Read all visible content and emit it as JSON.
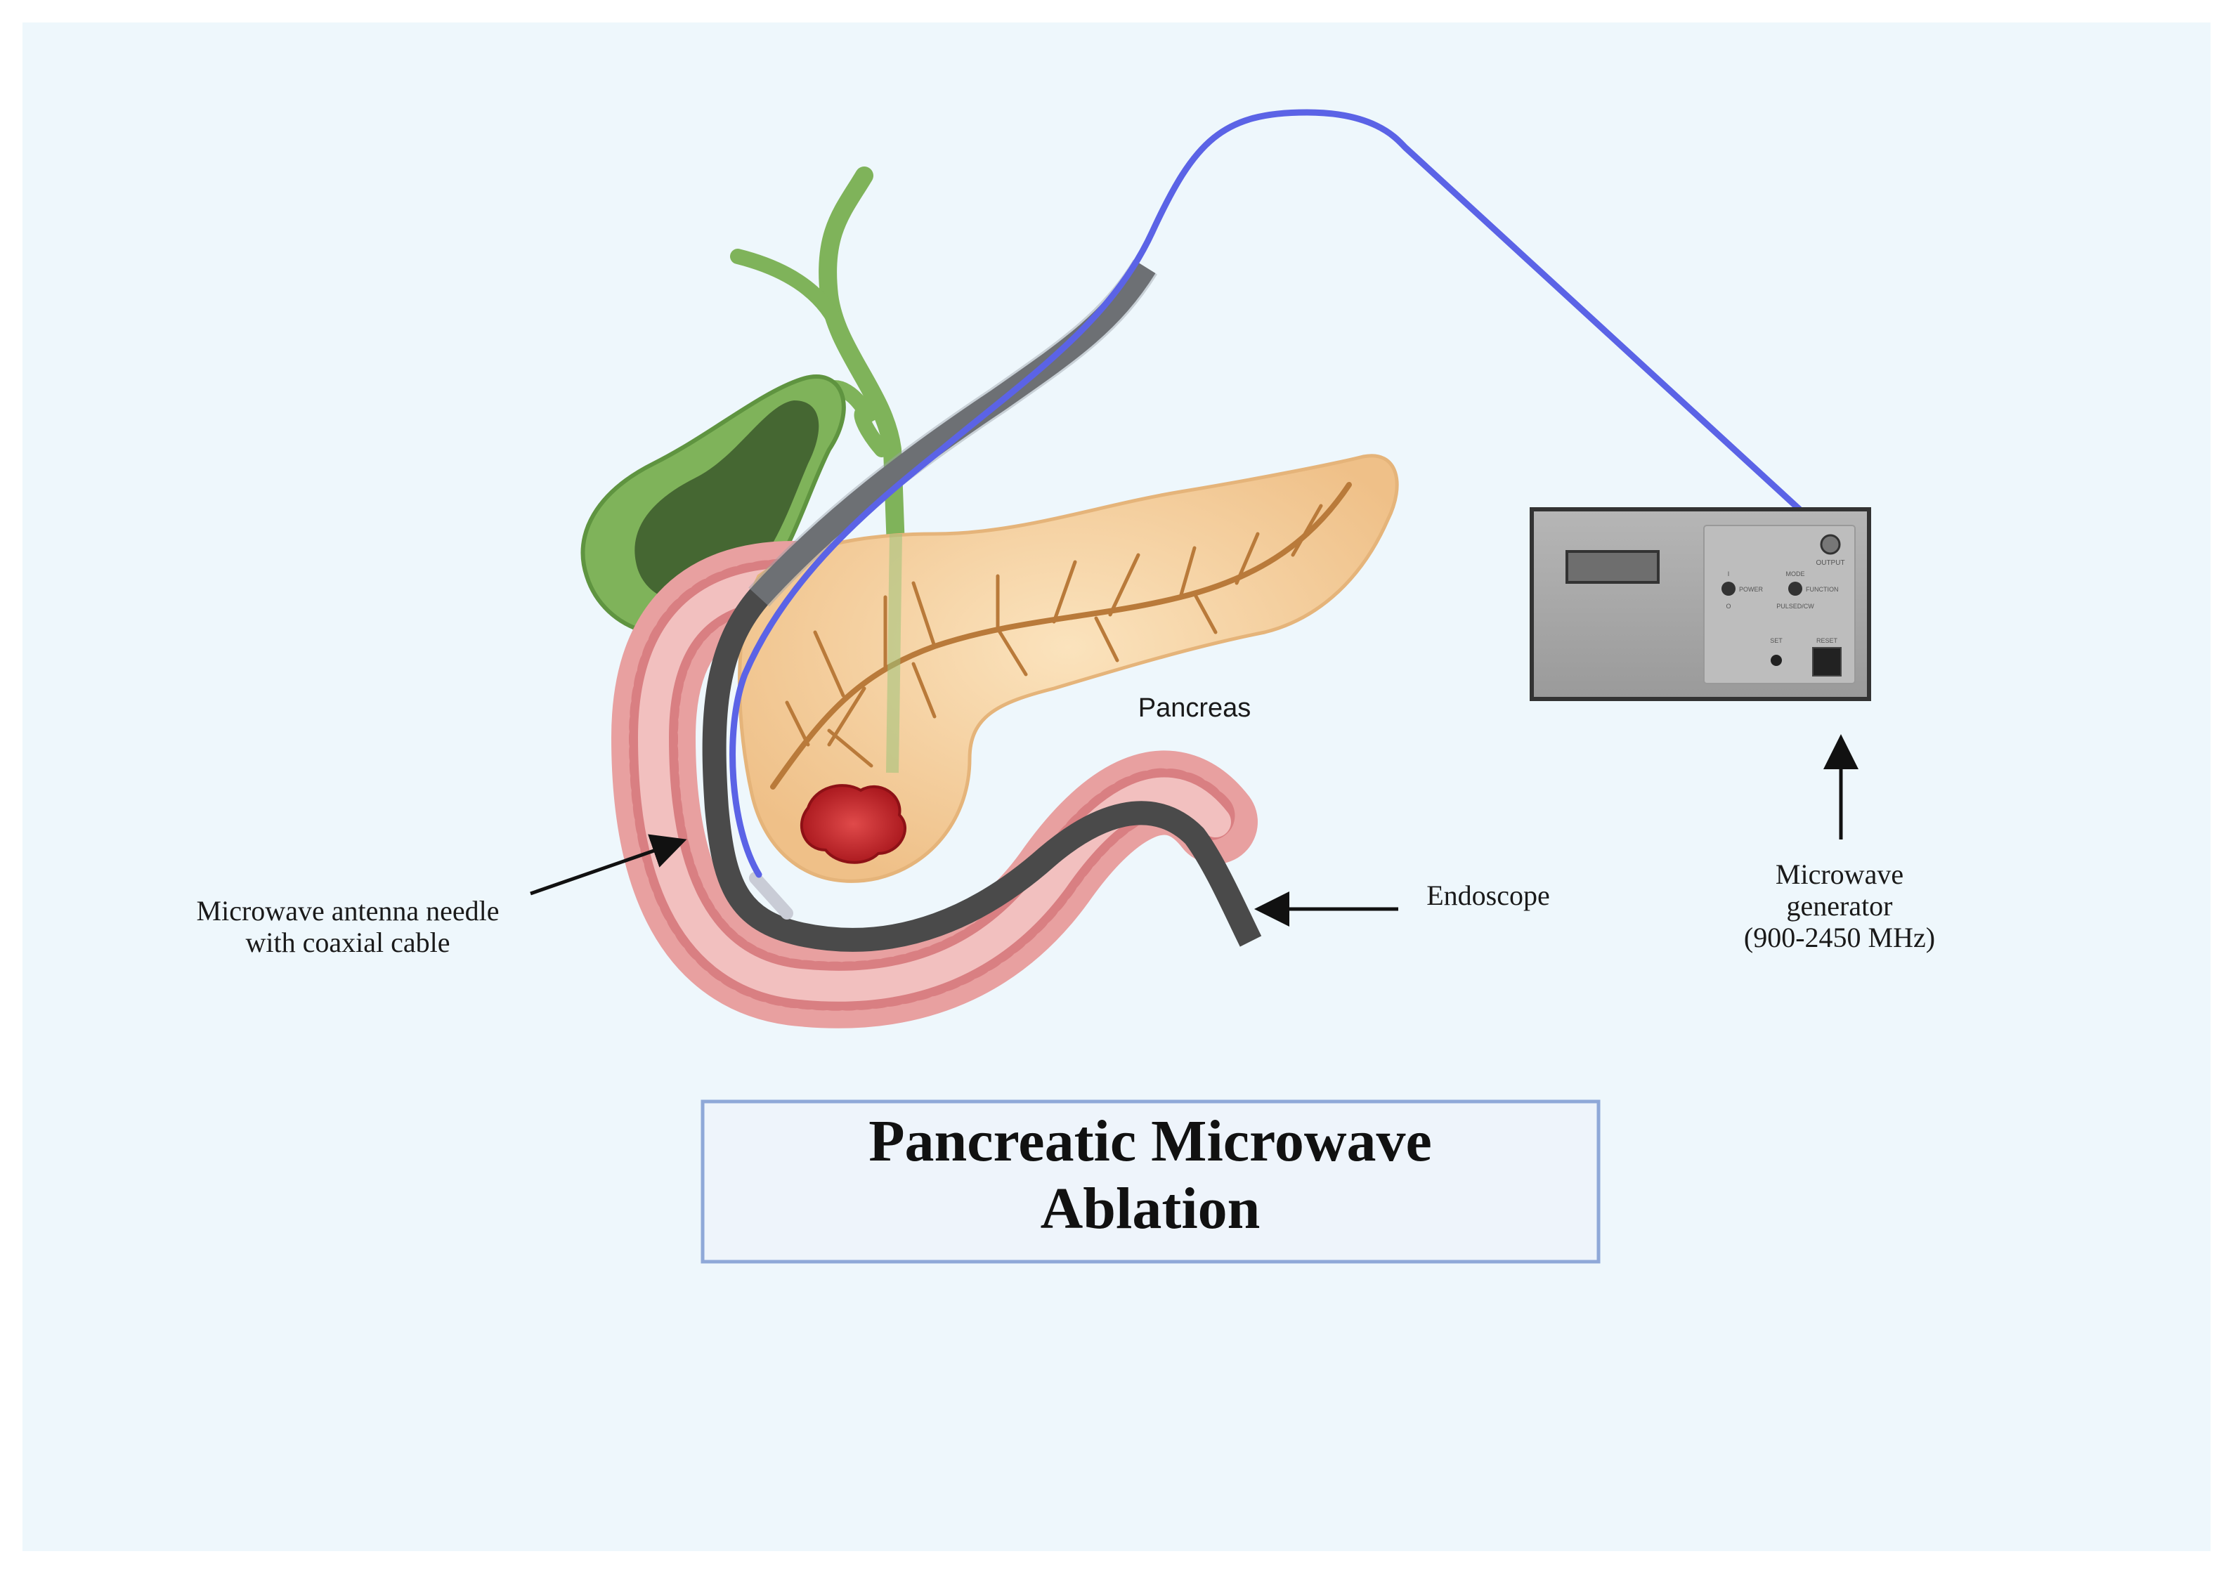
{
  "labels": {
    "pancreas": "Pancreas",
    "needle_line1": "Microwave antenna needle",
    "needle_line2": "with coaxial cable",
    "endoscope": "Endoscope",
    "generator_line1": "Microwave",
    "generator_line2": "generator",
    "generator_line3": "(900-2450 MHz)"
  },
  "title": {
    "line1": "Pancreatic Microwave",
    "line2": "Ablation"
  },
  "generator_panel": {
    "output": "OUTPUT",
    "power": "POWER",
    "function": "FUNCTION",
    "on": "I",
    "off": "O",
    "mode": "MODE",
    "pulsed": "PULSED/CW",
    "set": "SET",
    "reset": "RESET"
  },
  "colors": {
    "background": "#eef7fc",
    "cable": "#5b63e6",
    "endoscope": "#4a4a4a",
    "pancreas": "#f5cf9c",
    "pancreatic_duct": "#b97a3a",
    "tumor": "#c0272d",
    "gallbladder": "#7fb35a",
    "gallbladder_bile": "#3f5e2e",
    "duodenum": "#e8a0a0",
    "generator_body": "#a7a7a7",
    "title_box_border": "#8fa8d8",
    "title_box_fill": "#eef4fb"
  },
  "icons": [
    "arrow-icon"
  ]
}
